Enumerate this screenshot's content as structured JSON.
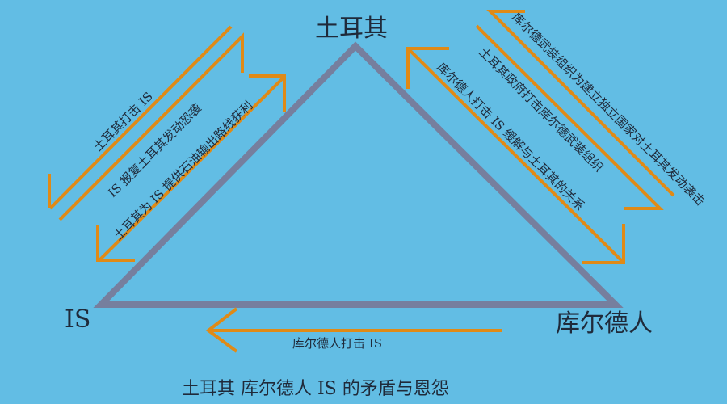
{
  "title": "土耳其 库尔德人 IS 的矛盾与恩怨",
  "nodes": {
    "top": "土耳其",
    "left": "IS",
    "right": "库尔德人"
  },
  "relations": {
    "left_1": "土耳其打击 IS",
    "left_2": "IS 报复土耳其发动恐袭",
    "left_3": "土耳其为 IS 提供石油输出路线获利",
    "right_1": "库尔德武装组织为建立独立国家对土耳其发动袭击",
    "right_2": "土耳其政府打击库尔德武装组织",
    "right_3": "库尔德人打击 IS  缓解与土耳其的关系",
    "bottom": "库尔德人打击 IS"
  },
  "colors": {
    "background": "#62bde4",
    "triangle": "#767f9e",
    "arrow": "#e08a16",
    "text": "#1f2a3a"
  }
}
